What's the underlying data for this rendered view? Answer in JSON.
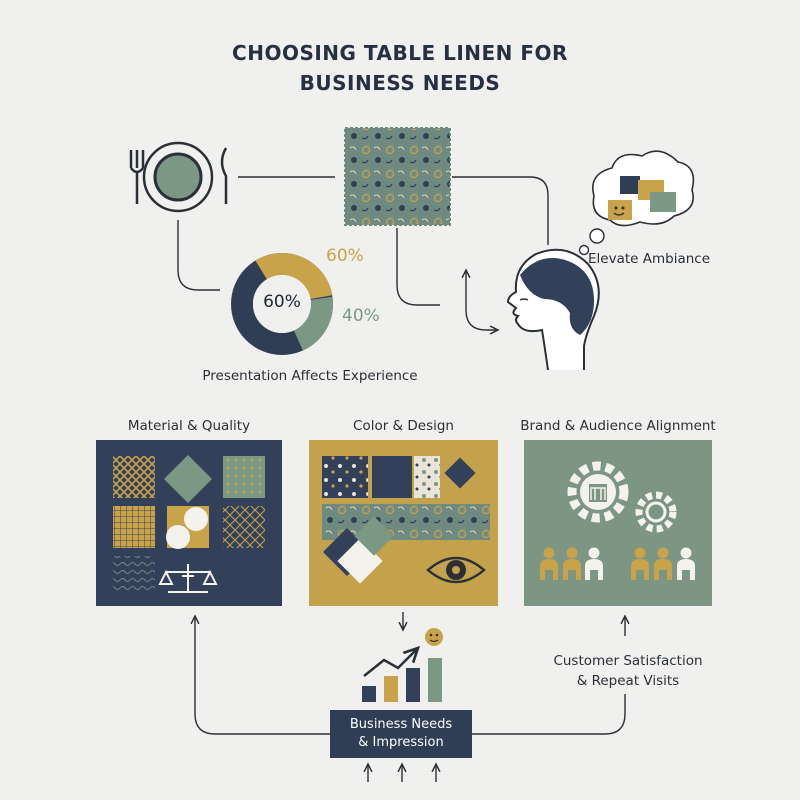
{
  "title": {
    "line1": "CHOOSING TABLE LINEN FOR",
    "line2": "BUSINESS NEEDS"
  },
  "donut": {
    "center_label": "60%",
    "label_a": "60%",
    "label_b": "40%",
    "caption": "Presentation Affects Experience",
    "segments": [
      {
        "value": 60,
        "color": "#c9a34a"
      },
      {
        "value": 40,
        "color": "#7b9885"
      }
    ]
  },
  "ambiance": {
    "label": "Elevate Ambiance"
  },
  "panels": {
    "material": {
      "heading": "Material & Quality",
      "bg": "#33405a"
    },
    "color": {
      "heading": "Color & Design",
      "bg": "#c4a14b"
    },
    "brand": {
      "heading": "Brand & Audience Alignment",
      "bg": "#7c9683"
    }
  },
  "satisfaction": {
    "line1": "Customer Satisfaction",
    "line2": "& Repeat Visits"
  },
  "business": {
    "line1": "Business Needs",
    "line2": "& Impression"
  },
  "colors": {
    "navy": "#2f3e55",
    "gold": "#c9a34a",
    "sage": "#7b9885",
    "background": "#f0f0ee"
  },
  "icons": [
    "plate-cutlery-icon",
    "fabric-swatch-icon",
    "thought-bubble-icon",
    "face-profile-icon",
    "scale-icon",
    "eye-icon",
    "gear-icon",
    "people-icon",
    "growth-chart-icon",
    "smiley-icon"
  ]
}
